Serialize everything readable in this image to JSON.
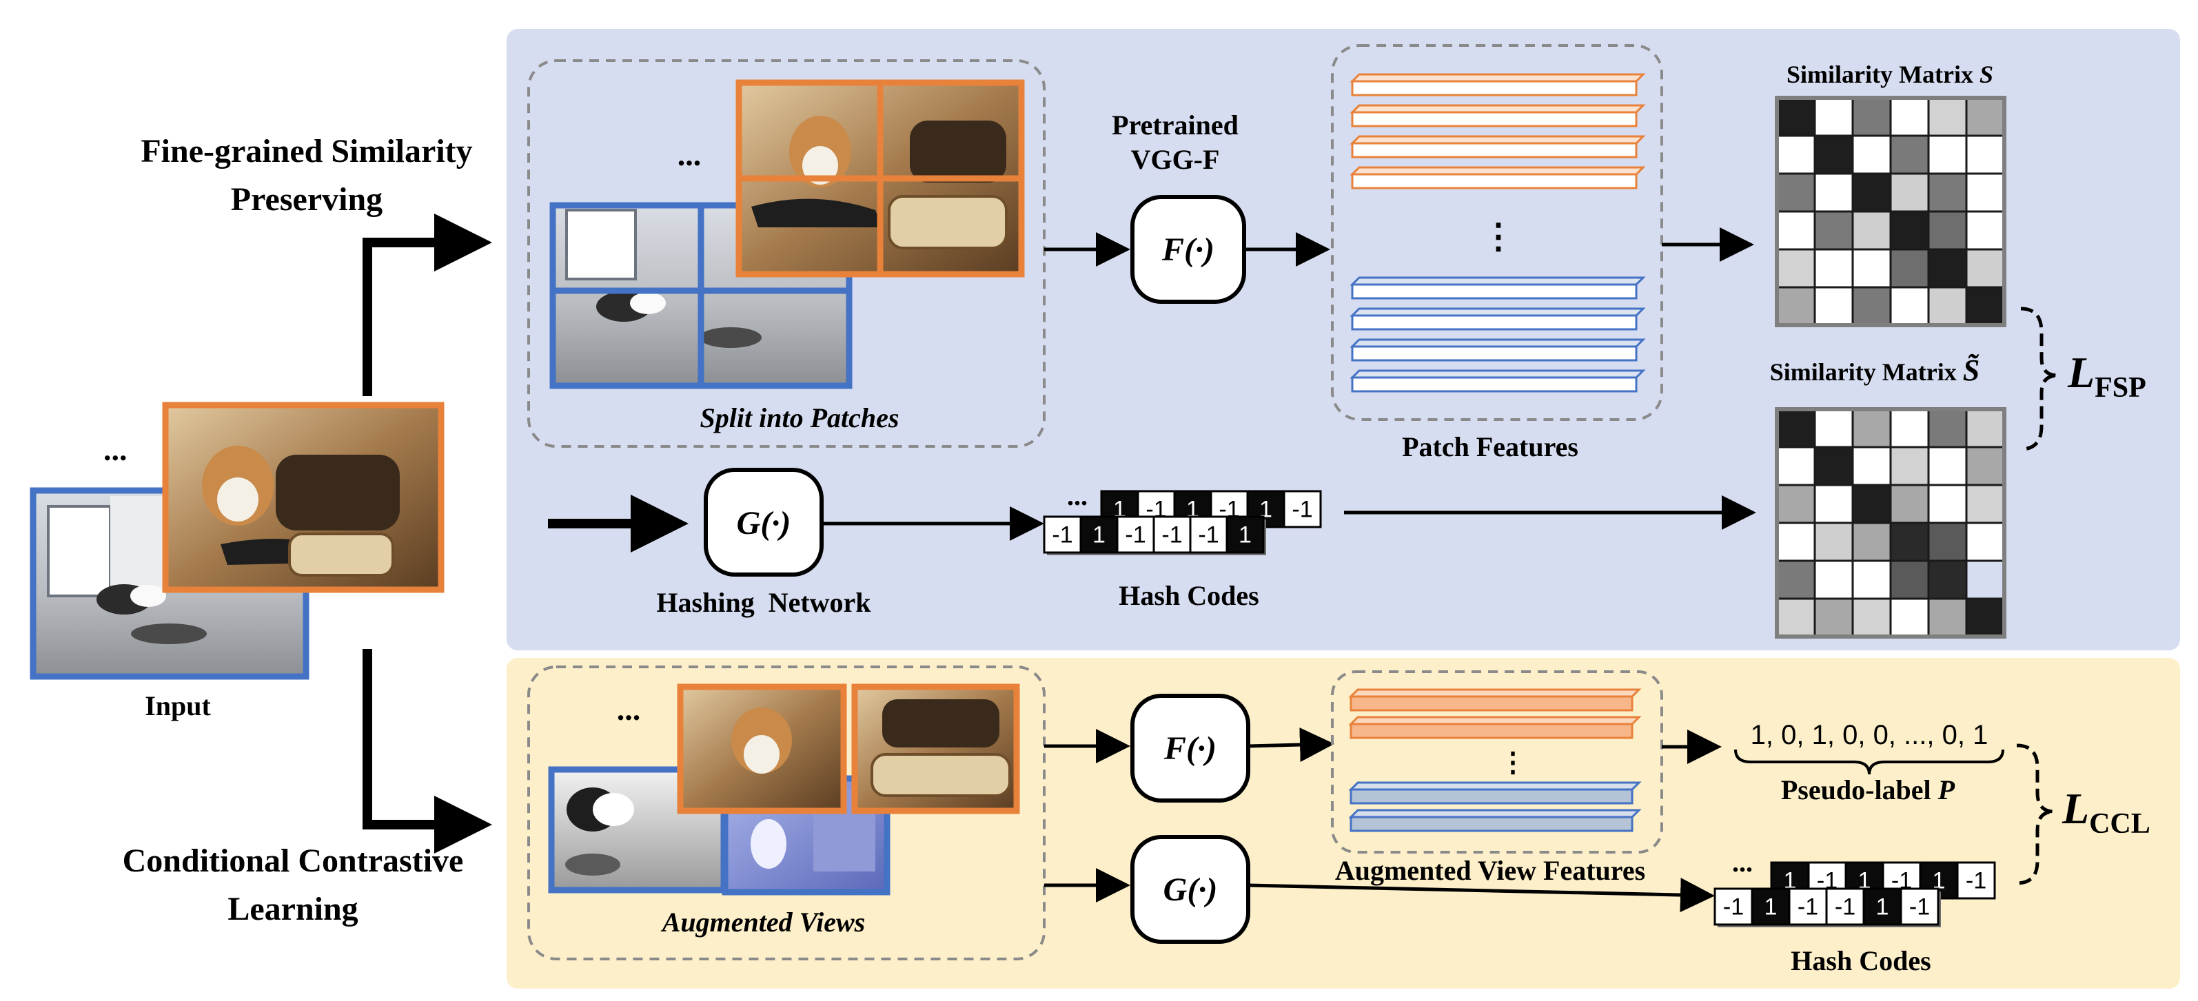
{
  "colors": {
    "top_panel": "#d7ddf0",
    "bottom_panel": "#fcefc9",
    "orange_frame": "#e8823a",
    "blue_frame": "#4472c4",
    "orange_feature_fill": "#f7b78a",
    "blue_feature_fill": "#b4c3d6",
    "dash_border": "#8a8a8a",
    "arrow": "#000000"
  },
  "labels": {
    "fine_grained_line1": "Fine-grained Similarity",
    "fine_grained_line2": "Preserving",
    "conditional_line1": "Conditional Contrastive",
    "conditional_line2": "Learning",
    "input": "Input",
    "split_into_patches": "Split into Patches",
    "pretrained_line1": "Pretrained",
    "pretrained_line2": "VGG-F",
    "f_module": "F(·)",
    "g_module": "G(·)",
    "patch_features": "Patch Features",
    "hashing_network": "Hashing  Network",
    "hash_codes_top": "Hash Codes",
    "similarity_matrix_s": "Similarity Matrix",
    "s_symbol": "S",
    "similarity_matrix_s_tilde": "Similarity Matrix",
    "s_tilde_symbol": "S̃",
    "l_fsp_main": "L",
    "l_fsp_sub": "FSP",
    "augmented_views": "Augmented Views",
    "augmented_view_features": "Augmented View Features",
    "pseudo_label_values": "1, 0, 1, 0, 0, ..., 0, 1",
    "pseudo_label_text": "Pseudo-label",
    "p_symbol": "P",
    "hash_codes_bottom": "Hash Codes",
    "l_ccl_main": "L",
    "l_ccl_sub": "CCL",
    "ellipsis": "...",
    "vertical_dots": "⋮"
  },
  "hash_code_top": {
    "back_row": [
      "1",
      "-1",
      "1",
      "-1",
      "1",
      "-1"
    ],
    "front_row": [
      "-1",
      "1",
      "-1",
      "-1",
      "-1",
      "1"
    ]
  },
  "hash_code_bottom": {
    "back_row": [
      "1",
      "-1",
      "1",
      "-1",
      "1",
      "-1"
    ],
    "front_row": [
      "-1",
      "1",
      "-1",
      "-1",
      "1",
      "-1"
    ]
  },
  "matrix_s": [
    [
      "#1e1e1e",
      "#ffffff",
      "#7a7a7a",
      "#ffffff",
      "#d2d2d2",
      "#a8a8a8"
    ],
    [
      "#ffffff",
      "#1e1e1e",
      "#ffffff",
      "#7a7a7a",
      "#ffffff",
      "#ffffff"
    ],
    [
      "#7a7a7a",
      "#ffffff",
      "#1e1e1e",
      "#cfcfcf",
      "#7a7a7a",
      "#ffffff"
    ],
    [
      "#ffffff",
      "#7a7a7a",
      "#cfcfcf",
      "#1e1e1e",
      "#6e6e6e",
      "#ffffff"
    ],
    [
      "#d2d2d2",
      "#ffffff",
      "#ffffff",
      "#6e6e6e",
      "#1e1e1e",
      "#cfcfcf"
    ],
    [
      "#a8a8a8",
      "#ffffff",
      "#7a7a7a",
      "#ffffff",
      "#cfcfcf",
      "#1e1e1e"
    ]
  ],
  "matrix_s_tilde": [
    [
      "#1e1e1e",
      "#ffffff",
      "#a8a8a8",
      "#ffffff",
      "#7a7a7a",
      "#cfcfcf"
    ],
    [
      "#ffffff",
      "#1e1e1e",
      "#ffffff",
      "#d2d2d2",
      "#ffffff",
      "#a8a8a8"
    ],
    [
      "#a8a8a8",
      "#ffffff",
      "#1e1e1e",
      "#a8a8a8",
      "#ffffff",
      "#d2d2d2"
    ],
    [
      "#ffffff",
      "#cfcfcf",
      "#a8a8a8",
      "#2a2a2a",
      "#5a5a5a",
      "#ffffff"
    ],
    [
      "#7a7a7a",
      "#ffffff",
      "#ffffff",
      "#5a5a5a",
      "#2a2a2a",
      "#d7ddf0"
    ],
    [
      "#d2d2d2",
      "#a8a8a8",
      "#d2d2d2",
      "#ffffff",
      "#a8a8a8",
      "#1e1e1e"
    ]
  ]
}
